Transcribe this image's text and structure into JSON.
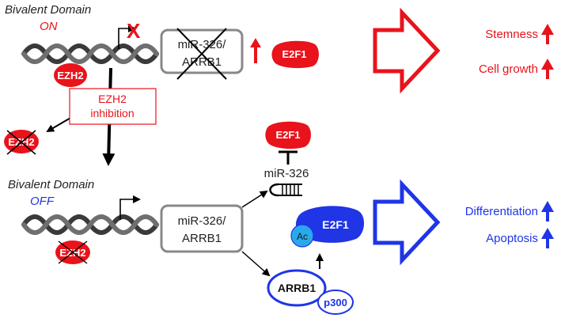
{
  "top_section": {
    "state_title": "Bivalent Domain",
    "state_label": "ON",
    "blocked_mark": "X",
    "gene_box_line1": "miR-326/",
    "gene_box_line2": "ARRB1",
    "ezh2_label": "EZH2",
    "e2f1_label": "E2F1"
  },
  "inhibition": {
    "line1": "EZH2",
    "line2": "inhibition",
    "released_ezh2_label": "EZH2"
  },
  "bottom_section": {
    "state_title": "Bivalent Domain",
    "state_label": "OFF",
    "gene_box_line1": "miR-326/",
    "gene_box_line2": "ARRB1",
    "ezh2_label": "EZH2",
    "e2f1_top_label": "E2F1",
    "mirna_label": "miR-326",
    "e2f1_label": "E2F1",
    "ac_label": "Ac",
    "arrb1_label": "ARRB1",
    "p300_label": "p300"
  },
  "outcomes_on": {
    "items": [
      "Stemness",
      "Cell growth"
    ]
  },
  "outcomes_off": {
    "items": [
      "Differentiation",
      "Apoptosis"
    ]
  },
  "colors": {
    "red": "#e8131b",
    "blue": "#1f35e6",
    "ac_blue": "#2aa9ea",
    "dna_dark": "#3a3a3a",
    "box_border": "#888888"
  }
}
